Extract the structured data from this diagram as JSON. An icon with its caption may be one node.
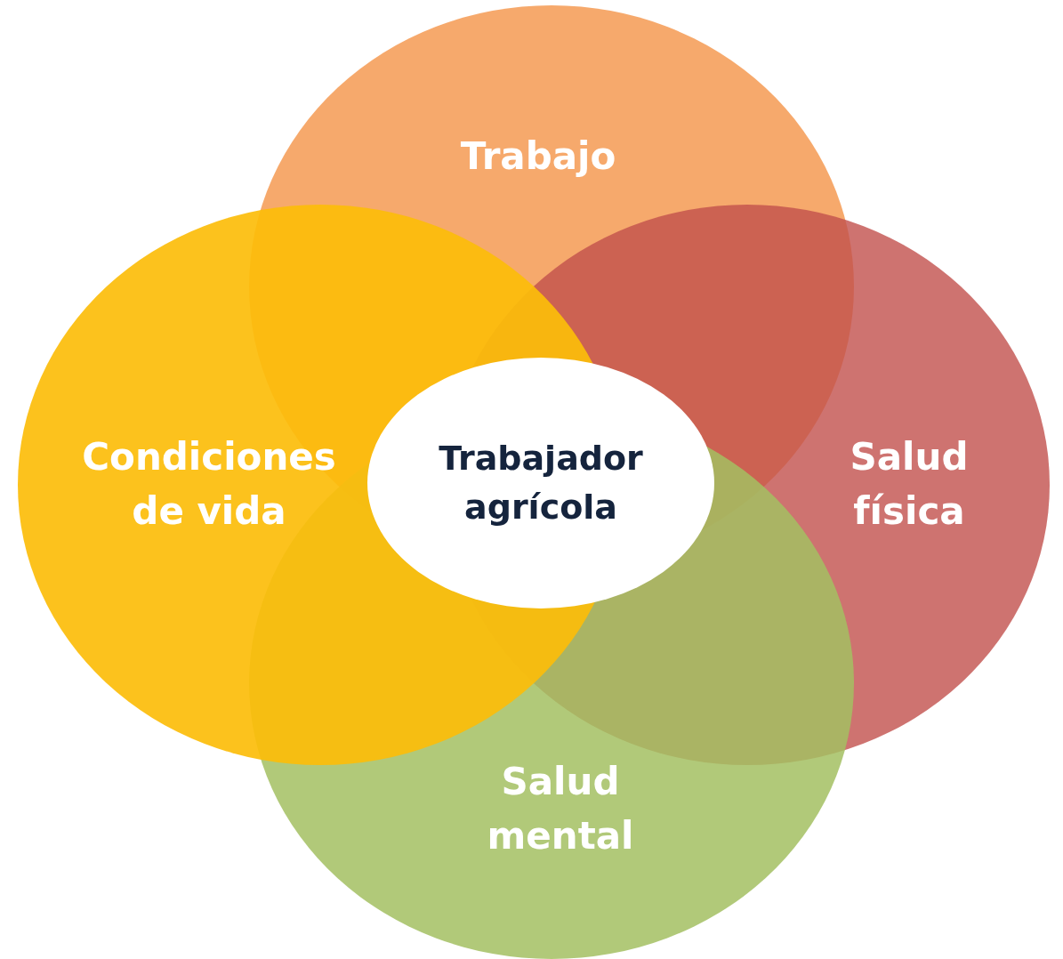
{
  "diagram": {
    "nodes": [
      {
        "text": [
          "Trabajo"
        ]
      },
      {
        "text": [
          "Condiciones de vida"
        ]
      },
      {
        "text": [
          "Trabajador agrícola"
        ]
      },
      {
        "text": [
          "Salud física"
        ]
      },
      {
        "text": [
          "Salud mental"
        ]
      }
    ]
  }
}
